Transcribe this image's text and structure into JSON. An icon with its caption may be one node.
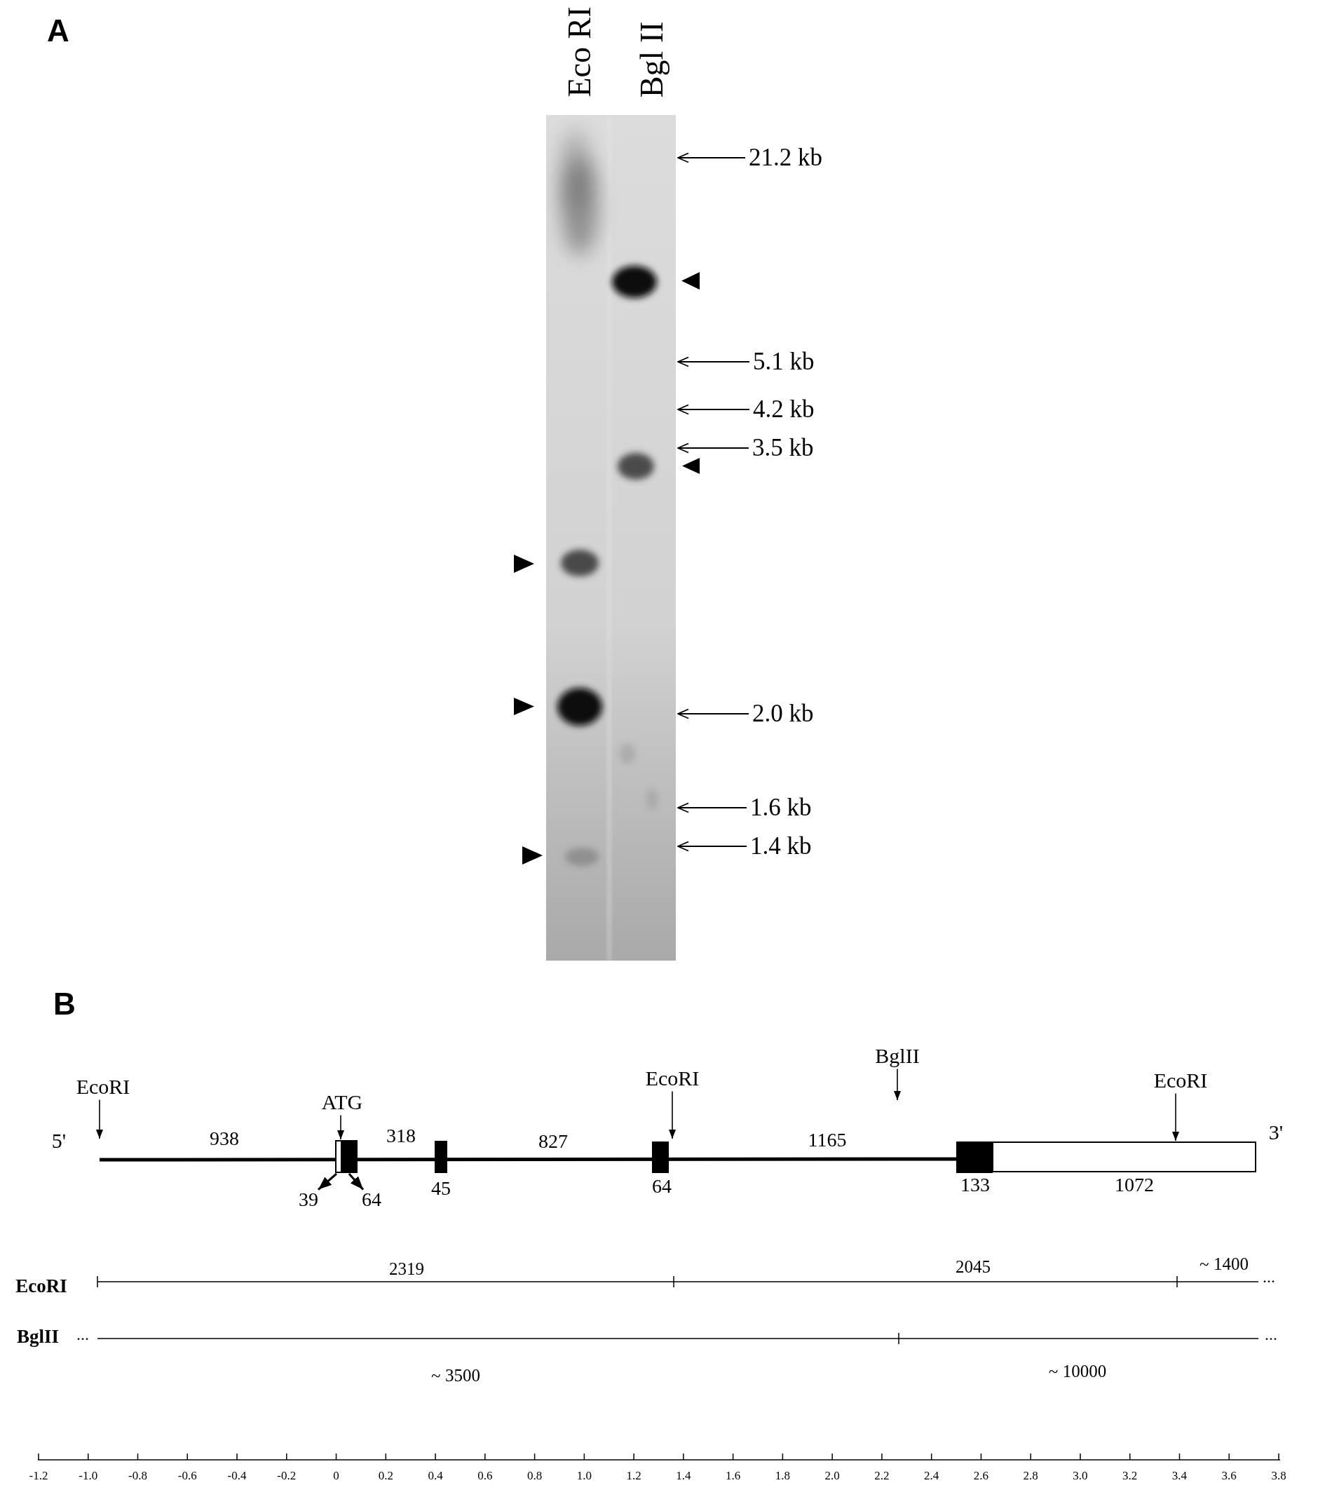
{
  "diagram": {
    "nodes": [
      {
        "text": [],
        "shape": "picture",
        "beside": [
          "Eco RI",
          "Bgl II"
        ]
      },
      {
        "text": [
          "21.2 kb"
        ]
      },
      {
        "text": [
          "5.1 kb"
        ]
      },
      {
        "text": [
          "4.2 kb"
        ]
      },
      {
        "text": [
          "3.5 kb"
        ]
      },
      {
        "text": [
          "2.0 kb"
        ]
      },
      {
        "text": [
          "1.6 kb"
        ]
      },
      {
        "text": [
          "1.4 kb"
        ]
      },
      {
        "text": [
          "EcoRI"
        ]
      },
      {
        "text": [
          "ATG"
        ]
      },
      {
        "text": [
          "EcoRI"
        ]
      },
      {
        "text": [
          "BglII"
        ]
      },
      {
        "text": [
          "EcoRI"
        ]
      },
      {
        "text": [],
        "shape": "picture"
      },
      {
        "text": [],
        "shape": "box",
        "in": 13
      },
      {
        "text": [],
        "shape": "box",
        "in": 13
      },
      {
        "text": [
          "39"
        ]
      },
      {
        "text": [
          "64"
        ]
      },
      {
        "text": [],
        "shape": "box",
        "beside": [
          "1072"
        ]
      }
    ],
    "edges": [
      {
        "from": 1,
        "to": 0,
        "arrow": "to"
      },
      {
        "from": 2,
        "to": 0,
        "arrow": "to"
      },
      {
        "from": 3,
        "to": 0,
        "arrow": "to"
      },
      {
        "from": 4,
        "to": 0,
        "arrow": "to"
      },
      {
        "from": 5,
        "to": 0,
        "arrow": "to"
      },
      {
        "from": 6,
        "to": 0,
        "arrow": "to"
      },
      {
        "from": 7,
        "to": 0,
        "arrow": "to"
      },
      {
        "from": 8,
        "to": 13,
        "arrow": "to"
      },
      {
        "from": 9,
        "to": 14,
        "arrow": "to"
      },
      {
        "from": 10,
        "to": 13,
        "arrow": "to"
      },
      {
        "from": 11,
        "to": null,
        "arrow": "to"
      },
      {
        "from": 12,
        "to": 18,
        "arrow": "to"
      },
      {
        "from": 14,
        "to": 16,
        "arrow": "to"
      },
      {
        "from": 15,
        "to": 17,
        "arrow": "to"
      }
    ],
    "labels": [
      "A",
      "B",
      "5'",
      "938",
      "318",
      "827",
      "1165",
      "3'",
      "45",
      "64",
      "133",
      "2319",
      "2045",
      "~ 1400",
      "EcoRI",
      "...",
      "BglII",
      "...",
      "...",
      "~ 3500",
      "~ 10000",
      "-1.2",
      "-1.0",
      "-0.8",
      "-0.6",
      "-0.4",
      "-0.2",
      "0",
      "0.2",
      "0.4",
      "0.6",
      "0.8",
      "1.0",
      "1.2",
      "1.4",
      "1.6",
      "1.8",
      "2.0",
      "2.2",
      "2.4",
      "2.6",
      "2.8",
      "3.0",
      "3.2",
      "3.4",
      "3.6",
      "3.8"
    ]
  }
}
